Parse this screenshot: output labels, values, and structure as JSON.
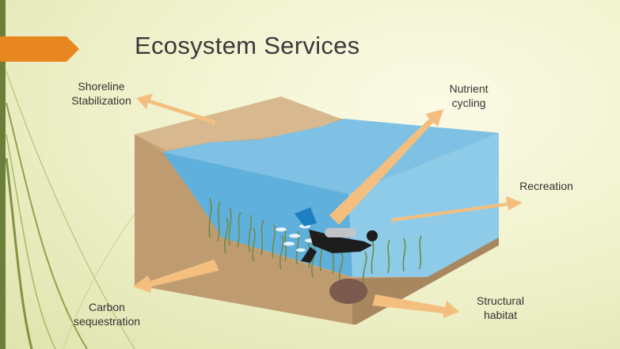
{
  "slide": {
    "title": "Ecosystem Services"
  },
  "labels": {
    "shoreline": "Shoreline\nStabilization",
    "nutrient": "Nutrient\ncycling",
    "recreation": "Recreation",
    "carbon": "Carbon\nsequestration",
    "habitat": "Structural\nhabitat"
  },
  "colors": {
    "accent": "#e8861f",
    "arrow": "#f4bf7e",
    "sediment": "#c9a57a",
    "water": "#86c6e6",
    "background": "#eef0c8"
  }
}
